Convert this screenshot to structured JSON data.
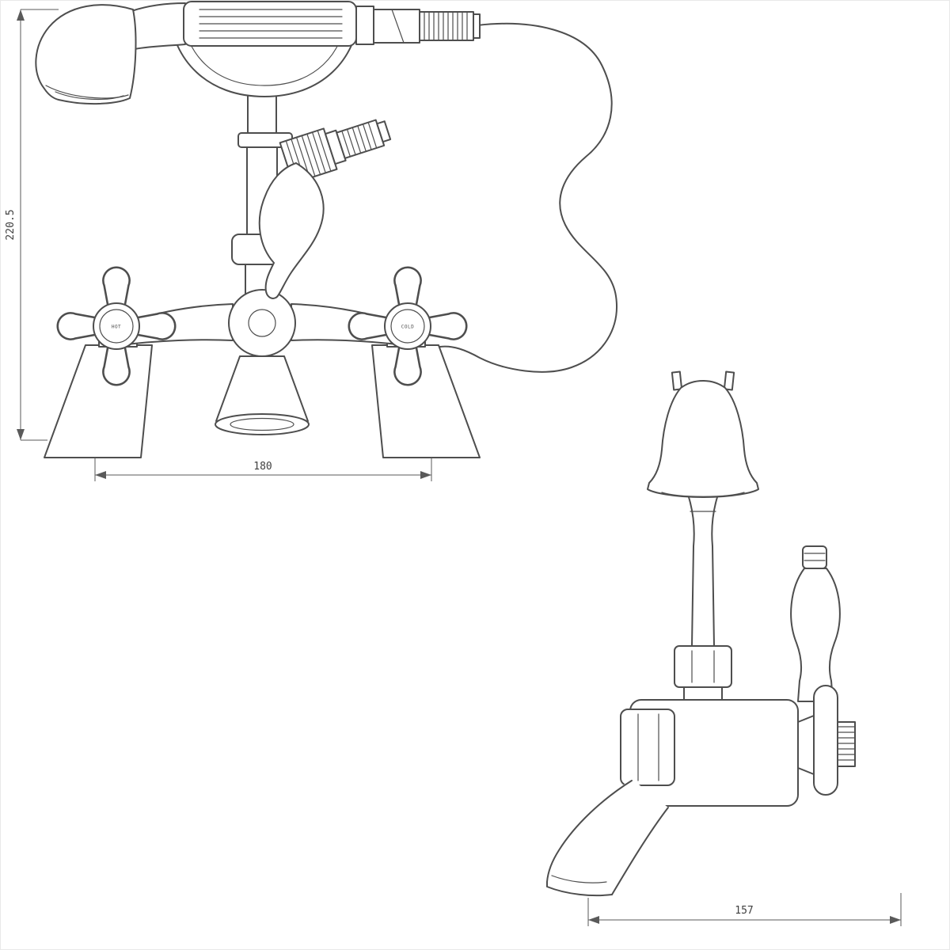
{
  "colors": {
    "line": "#4e4e4e",
    "background": "#ffffff"
  },
  "front_view": {
    "dimensions": {
      "height": "220.5",
      "width": "180"
    },
    "handles": {
      "hot": "HOT",
      "cold": "COLD"
    }
  },
  "side_view": {
    "dimensions": {
      "width": "157"
    }
  }
}
